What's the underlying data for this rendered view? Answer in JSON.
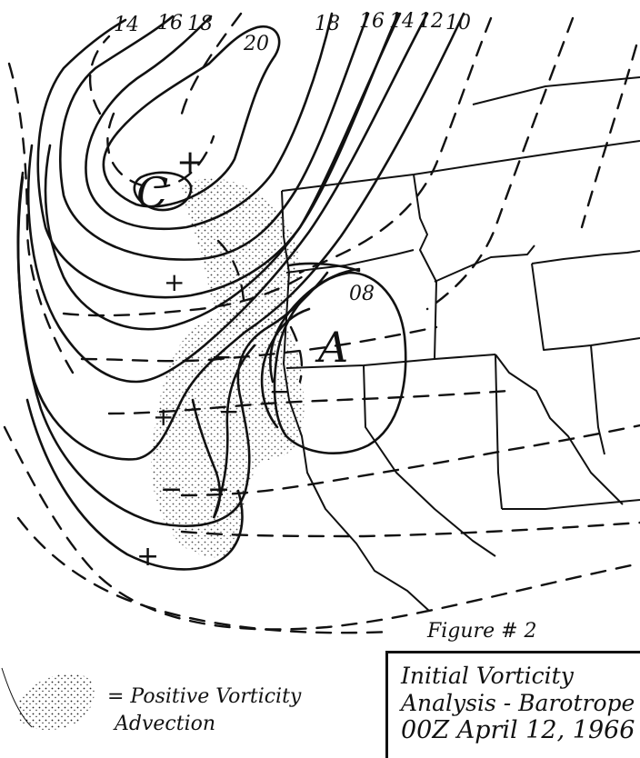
{
  "map": {
    "contour_labels_top": [
      "14",
      "16",
      "18",
      "20",
      "18",
      "16",
      "14",
      "12",
      "10"
    ],
    "contour_label_08": "08",
    "centers": {
      "c_label": "C",
      "a_label": "A"
    },
    "symbols": {
      "plus": "+",
      "minus": "−"
    }
  },
  "legend": {
    "line1": "= Positive Vorticity",
    "line2": "Advection"
  },
  "caption": {
    "figure": "Figure # 2",
    "line1": "Initial Vorticity",
    "line2": "Analysis - Barotrope",
    "line3": "00Z April 12, 1966"
  },
  "colors": {
    "ink": "#111111",
    "paper": "#ffffff"
  },
  "icons": {
    "plus": "plus-icon",
    "minus": "minus-icon",
    "stipple": "stipple-swatch-icon"
  }
}
